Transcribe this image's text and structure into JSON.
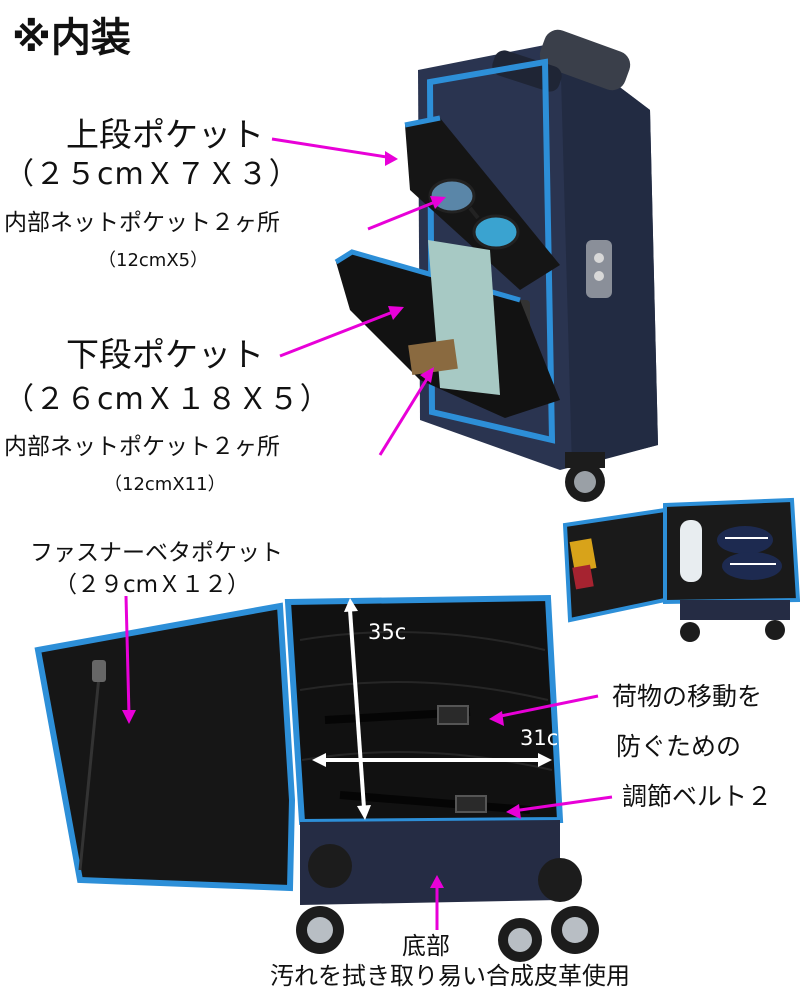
{
  "title": "※内装",
  "upper_pocket": {
    "label": "上段ポケット",
    "size": "（２５cmＸ７Ｘ３）",
    "net_label": "内部ネットポケット２ヶ所",
    "net_size": "（12cmX5）"
  },
  "lower_pocket": {
    "label": "下段ポケット",
    "size": "（２６cmＸ１８Ｘ５）",
    "net_label": "内部ネットポケット２ヶ所",
    "net_size": "（12cmX11）"
  },
  "flat_pocket": {
    "label": "ファスナーベタポケット",
    "size": "（２９cmＸ１２）"
  },
  "dimensions": {
    "height": "35c",
    "width": "31c"
  },
  "belt_note": {
    "line1": "荷物の移動を",
    "line2": "防ぐための",
    "line3": "調節ベルト２"
  },
  "bottom_note": {
    "line1": "底部",
    "line2": "汚れを拭き取り易い合成皮革使用"
  },
  "colors": {
    "arrow": "#e800d8",
    "navy": "#26314a",
    "blue_trim": "#2d8fd8",
    "lining": "#1a1a1a"
  }
}
